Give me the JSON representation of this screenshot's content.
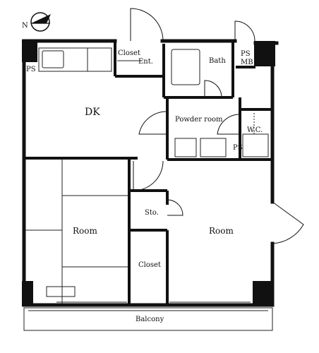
{
  "compass": {
    "letter": "N",
    "icon": "north-arrow-icon"
  },
  "rooms": {
    "dk": "DK",
    "room_west": "Room",
    "room_east": "Room",
    "closet_entry": "Closet",
    "entry": "Ent.",
    "bath": "Bath",
    "powder_room": "Powder room",
    "wc": "W.C.",
    "storage": "Sto.",
    "closet_room": "Closet",
    "balcony": "Balcony"
  },
  "labels": {
    "ps_kitchen": "PS",
    "ps_top": "PS",
    "mb_top": "MB",
    "ps_powder": "PS"
  },
  "colors": {
    "wall": "#111111",
    "line": "#222222",
    "fixture": "#333333",
    "background": "#ffffff"
  }
}
